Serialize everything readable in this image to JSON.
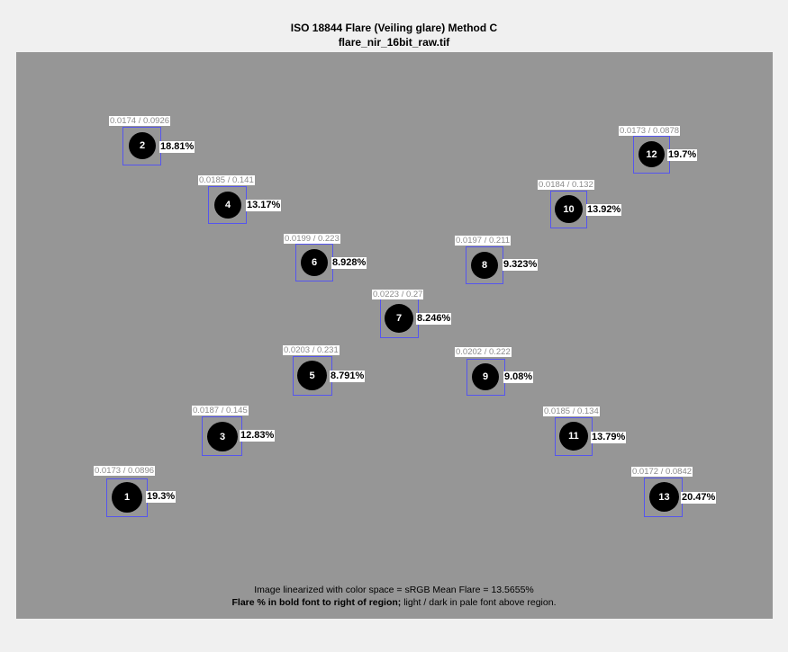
{
  "title": {
    "line1": "ISO 18844 Flare (Veiling glare) Method C",
    "line2": "flare_nir_16bit_raw.tif"
  },
  "patches": [
    {
      "id": "1",
      "ratio": "0.0173 / 0.0896",
      "flare": "19.3%"
    },
    {
      "id": "2",
      "ratio": "0.0174 / 0.0926",
      "flare": "18.81%"
    },
    {
      "id": "3",
      "ratio": "0.0187 / 0.145",
      "flare": "12.83%"
    },
    {
      "id": "4",
      "ratio": "0.0185 / 0.141",
      "flare": "13.17%"
    },
    {
      "id": "5",
      "ratio": "0.0203 / 0.231",
      "flare": "8.791%"
    },
    {
      "id": "6",
      "ratio": "0.0199 / 0.223",
      "flare": "8.928%"
    },
    {
      "id": "7",
      "ratio": "0.0223 / 0.27",
      "flare": "8.246%"
    },
    {
      "id": "8",
      "ratio": "0.0197 / 0.211",
      "flare": "9.323%"
    },
    {
      "id": "9",
      "ratio": "0.0202 / 0.222",
      "flare": "9.08%"
    },
    {
      "id": "10",
      "ratio": "0.0184 / 0.132",
      "flare": "13.92%"
    },
    {
      "id": "11",
      "ratio": "0.0185 / 0.134",
      "flare": "13.79%"
    },
    {
      "id": "12",
      "ratio": "0.0173 / 0.0878",
      "flare": "19.7%"
    },
    {
      "id": "13",
      "ratio": "0.0172 / 0.0842",
      "flare": "20.47%"
    }
  ],
  "footer": {
    "line1": "Image linearized with color space = sRGB   Mean Flare = 13.5655%",
    "line2_bold": "Flare % in bold font to right of region;",
    "line2_rest": "  light / dark in pale font above region."
  }
}
